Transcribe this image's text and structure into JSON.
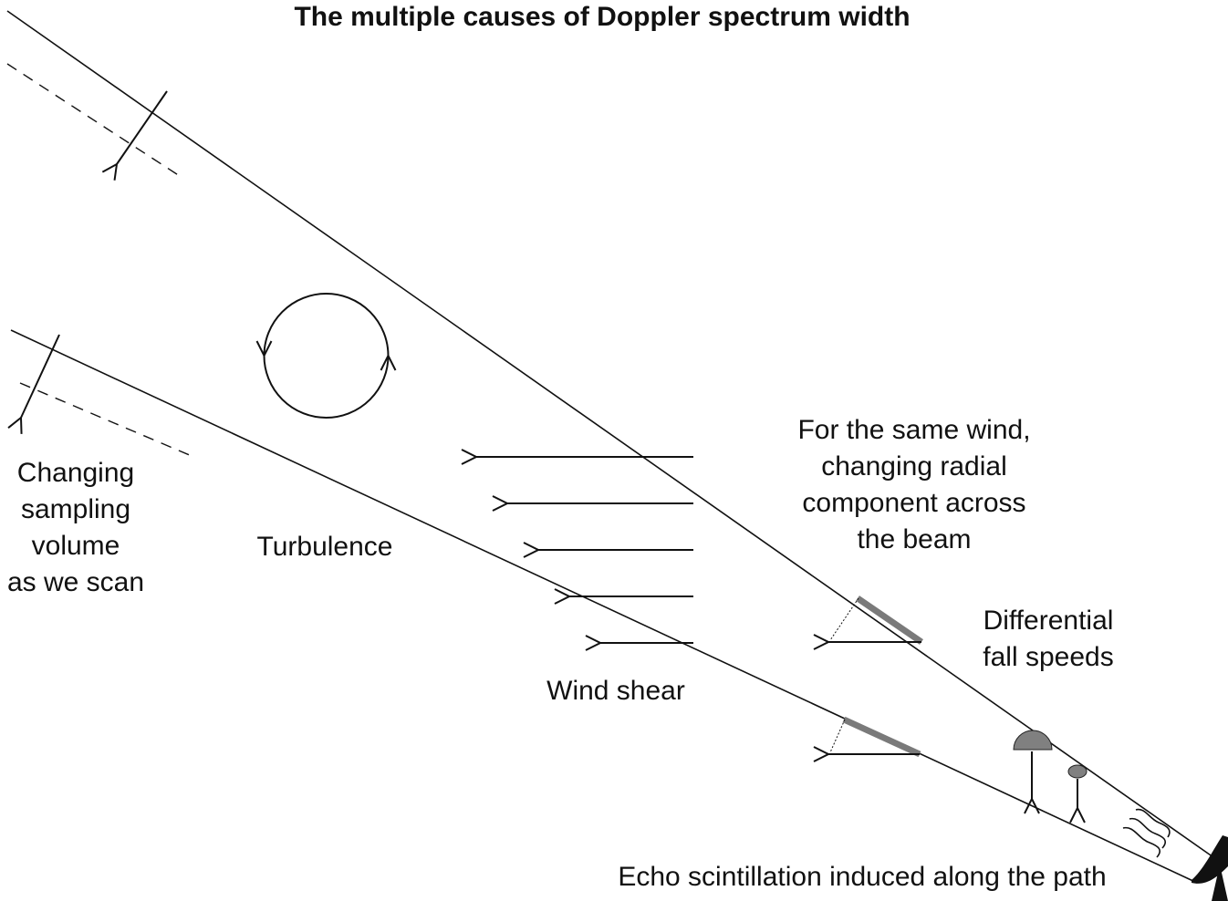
{
  "title": "The multiple causes of Doppler spectrum width",
  "labels": {
    "scanning": [
      "Changing",
      "sampling",
      "volume",
      "as we scan"
    ],
    "turbulence": "Turbulence",
    "wind_shear": "Wind shear",
    "radial": [
      "For the same wind,",
      "changing radial",
      "component across",
      "the beam"
    ],
    "fall_speeds": [
      "Differential",
      "fall speeds"
    ],
    "scintillation": "Echo scintillation induced along the path"
  },
  "colors": {
    "line": "#111111",
    "highlight": "#7a7a7a",
    "drop": "#808080"
  },
  "icons": [
    "radar-dish-icon",
    "turbulence-eddy-icon",
    "raindrop-icon",
    "scintillation-wave-icon"
  ]
}
